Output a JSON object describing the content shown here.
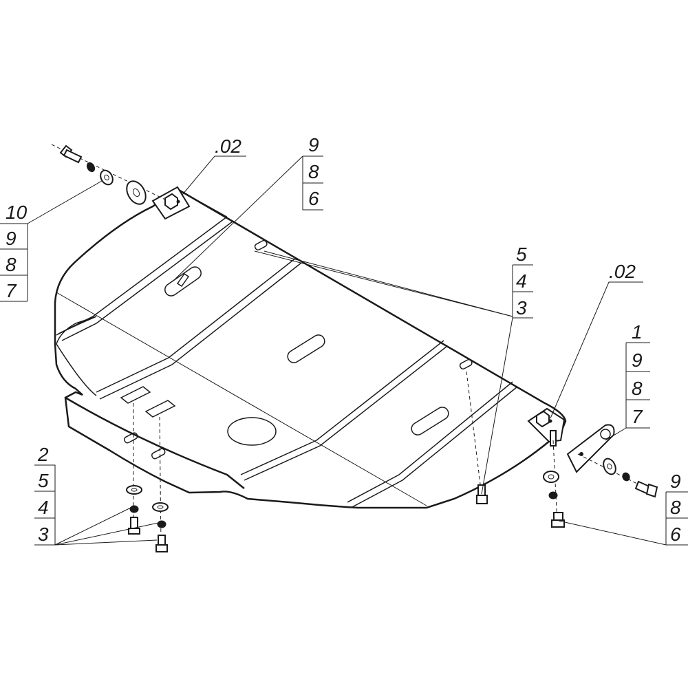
{
  "callouts": {
    "top_left_bolt": {
      "item_1": "10",
      "item_2": "9",
      "item_3": "8",
      "item_4": "7"
    },
    "top_mid_bracket": {
      "ref": ".02"
    },
    "top_mid_stack": {
      "item_1": "9",
      "item_2": "8",
      "item_3": "6"
    },
    "center_right_stack": {
      "item_1": "5",
      "item_2": "4",
      "item_3": "3"
    },
    "right_bracket": {
      "ref": ".02"
    },
    "right_stack": {
      "item_1": "1",
      "item_2": "9",
      "item_3": "8",
      "item_4": "7"
    },
    "bottom_left_stack": {
      "item_1": "2",
      "item_2": "5",
      "item_3": "4",
      "item_4": "3"
    },
    "bottom_right_stack": {
      "item_1": "9",
      "item_2": "8",
      "item_3": "6"
    }
  }
}
